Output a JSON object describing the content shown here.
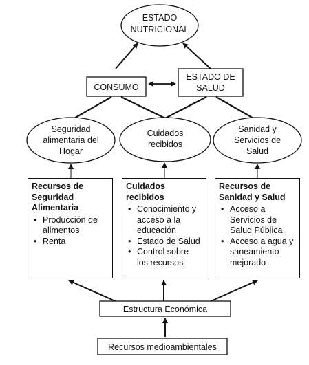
{
  "top_node": {
    "line1": "ESTADO",
    "line2": "NUTRICIONAL"
  },
  "consumo": {
    "label": "CONSUMO"
  },
  "estado_salud": {
    "line1": "ESTADO DE",
    "line2": "SALUD"
  },
  "ovals": [
    {
      "lines": [
        "Seguridad",
        "alimentaria del",
        "Hogar"
      ]
    },
    {
      "lines": [
        "Cuidados",
        "recibidos"
      ]
    },
    {
      "lines": [
        "Sanidad y",
        "Servicios de",
        "Salud"
      ]
    }
  ],
  "boxes": [
    {
      "title_lines": [
        "Recursos de",
        "Seguridad",
        "Alimentaria"
      ],
      "items": [
        [
          "Producción de",
          "alimentos"
        ],
        [
          "Renta"
        ]
      ]
    },
    {
      "title_lines": [
        "Cuidados",
        "recibidos"
      ],
      "items": [
        [
          "Conocimiento y",
          "acceso a la",
          "educación"
        ],
        [
          "Estado de Salud"
        ],
        [
          "Control sobre",
          "los recursos"
        ]
      ]
    },
    {
      "title_lines": [
        "Recursos de",
        "Sanidad y Salud"
      ],
      "items": [
        [
          "Acceso  a",
          "Servicios de",
          "Salud Pública"
        ],
        [
          "Acceso a agua y",
          "saneamiento",
          "mejorado"
        ]
      ]
    }
  ],
  "estructura": {
    "label": "Estructura Económica"
  },
  "recursos_medio": {
    "label": "Recursos  medioambientales"
  }
}
